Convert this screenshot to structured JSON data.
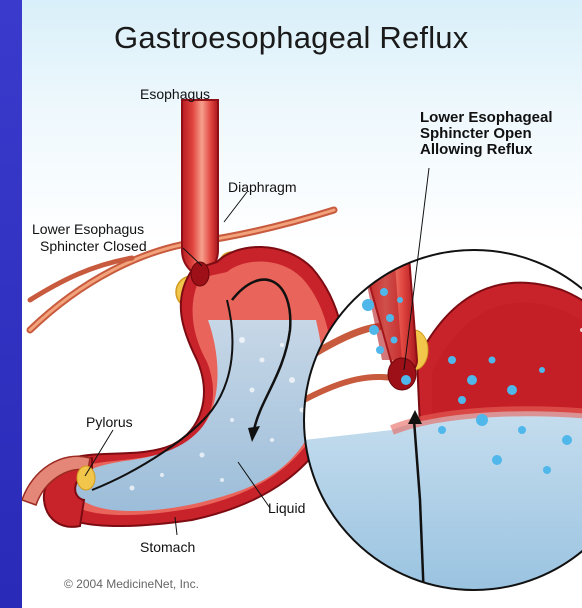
{
  "title": "Gastroesophageal Reflux",
  "labels": {
    "esophagus": "Esophagus",
    "diaphragm": "Diaphragm",
    "les_closed_line1": "Lower Esophagus",
    "les_closed_line2": "Sphincter Closed",
    "les_open_line1": "Lower Esophageal",
    "les_open_line2": "Sphincter Open",
    "les_open_line3": "Allowing Reflux",
    "pylorus": "Pylorus",
    "liquid": "Liquid",
    "stomach": "Stomach"
  },
  "copyright": "© 2004 MedicineNet, Inc.",
  "colors": {
    "background_blue": "#2e2ec0",
    "tissue_red": "#c8222a",
    "tissue_dark": "#8e0f16",
    "tissue_pink": "#f08c7e",
    "fat_yellow": "#f2c64a",
    "liquid_blue": "#a8cde6",
    "bubble_blue": "#4fb7ea"
  }
}
